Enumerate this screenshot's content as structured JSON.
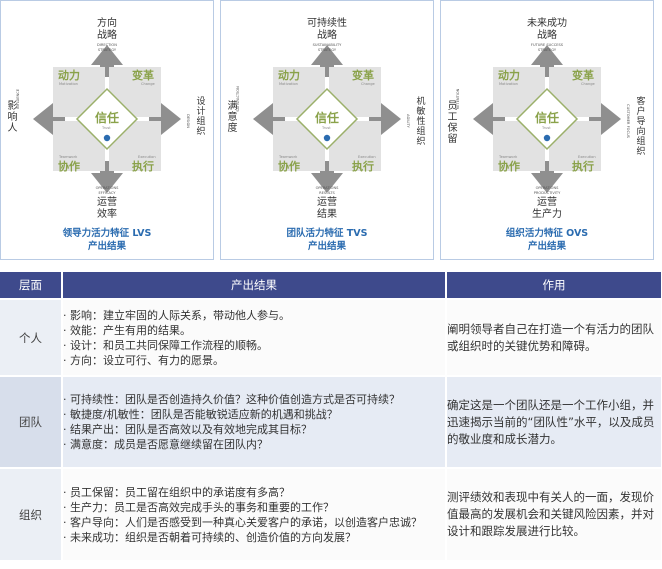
{
  "diagrams": [
    {
      "top_label": [
        "方向",
        "战略"
      ],
      "top_small": [
        "DIRECTION",
        "STRATEGY"
      ],
      "bottom_label": [
        "运营",
        "效率"
      ],
      "bottom_small": [
        "OPERATIONS",
        "EFFICACY"
      ],
      "left_label": "影响人",
      "left_small": "INFLUENCE",
      "right_label": "设计组织",
      "right_small": "DESIGN",
      "caption": [
        "领导力活力特征 LVS",
        "产出结果"
      ]
    },
    {
      "top_label": [
        "可持续性",
        "战略"
      ],
      "top_small": [
        "SUSTAINABILITY",
        "STRATEGY"
      ],
      "bottom_label": [
        "运营",
        "结果"
      ],
      "bottom_small": [
        "OPERATIONS",
        "RESULTS"
      ],
      "left_label": "满意度",
      "left_small": "SATISFACTION",
      "right_label": "机敏性组织",
      "right_small": "AGILITY",
      "caption": [
        "团队活力特征 TVS",
        "产出结果"
      ]
    },
    {
      "top_label": [
        "未来成功",
        "战略"
      ],
      "top_small": [
        "FUTURE SUCCESS",
        "STRATEGY"
      ],
      "bottom_label": [
        "运营",
        "生产力"
      ],
      "bottom_small": [
        "OPERATIONS",
        "PRODUCTIVITY"
      ],
      "left_label": "员工保留",
      "left_small": "RETENTION",
      "right_label": "客户导向组织",
      "right_small": "CUSTOMER FOCUS",
      "caption": [
        "组织活力特征 OVS",
        "产出结果"
      ]
    }
  ],
  "squares": {
    "tl": {
      "title": "动力",
      "sub": "Motivation"
    },
    "tr": {
      "title": "变革",
      "sub": "Change"
    },
    "bl": {
      "title": "协作",
      "sub": "Teamwork"
    },
    "br": {
      "title": "执行",
      "sub": "Execution"
    },
    "center": {
      "title": "信任",
      "sub": "Trust"
    }
  },
  "table": {
    "headers": [
      "层面",
      "产出结果",
      "作用"
    ],
    "rows": [
      {
        "level": "个人",
        "results": [
          "· 影响：建立牢固的人际关系，带动他人参与。",
          "· 效能：产生有用的结果。",
          "· 设计：和员工共同保障工作流程的顺畅。",
          "· 方向：设立可行、有力的愿景。"
        ],
        "role": "阐明领导者自己在打造一个有活力的团队或组织时的关键优势和障碍。"
      },
      {
        "level": "团队",
        "results": [
          "· 可持续性：团队是否创造持久价值？这种价值创造方式是否可持续？",
          "· 敏捷度/机敏性：团队是否能敏锐适应新的机遇和挑战？",
          "· 结果产出：团队是否高效以及有效地完成其目标？",
          "· 满意度：成员是否愿意继续留在团队内？"
        ],
        "role": "确定这是一个团队还是一个工作小组，并迅速揭示当前的“团队性”水平，以及成员的敬业度和成长潜力。"
      },
      {
        "level": "组织",
        "results": [
          "· 员工保留：员工留在组织中的承诺度有多高？",
          "· 生产力：员工是否高效完成手头的事务和重要的工作？",
          "· 客户导向：人们是否感受到一种真心关爱客户的承诺，以创造客户忠诚？",
          "· 未来成功：组织是否朝着可持续的、创造价值的方向发展？"
        ],
        "role": "测评绩效和表现中有关人的一面，发现价值最高的发展机会和关键风险因素，并对设计和跟踪发展进行比较。"
      }
    ]
  }
}
